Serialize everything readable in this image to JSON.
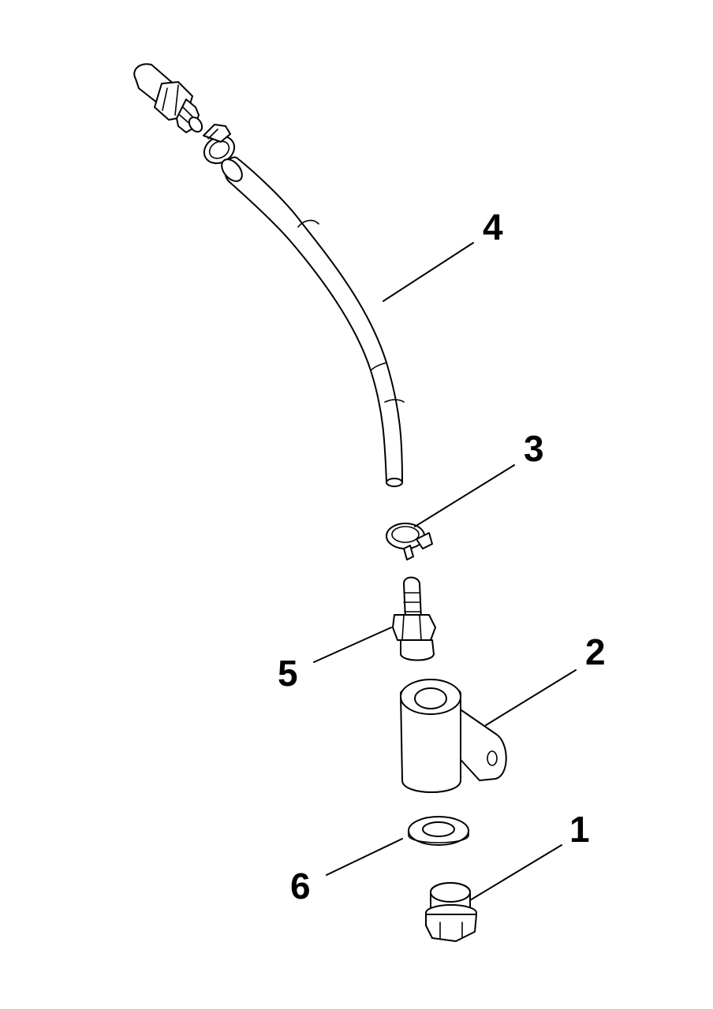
{
  "diagram": {
    "callouts": {
      "c1": "1",
      "c2": "2",
      "c3": "3",
      "c4": "4",
      "c5": "5",
      "c6": "6"
    },
    "colors": {
      "line": "#000000",
      "background": "#ffffff"
    }
  }
}
